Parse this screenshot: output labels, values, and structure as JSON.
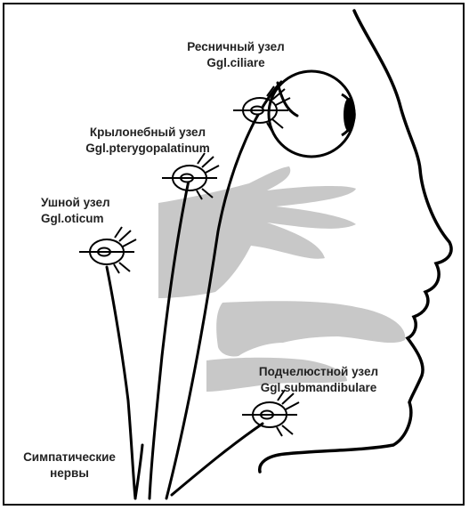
{
  "labels": {
    "ciliary": {
      "line1": "Ресничный узел",
      "line2": "Ggl.ciliare"
    },
    "pterygopalatine": {
      "line1": "Крылонебный узел",
      "line2": "Ggl.pterygopalatinum"
    },
    "otic": {
      "line1": "Ушной узел",
      "line2": "Ggl.oticum"
    },
    "submandibular": {
      "line1": "Подчелюстной узел",
      "line2": "Ggl.submandibulare"
    },
    "sympathetic": {
      "line1": "Симпатические",
      "line2": "нервы"
    }
  },
  "colors": {
    "line": "#000000",
    "shade": "#c8c8c8",
    "background": "#ffffff"
  }
}
